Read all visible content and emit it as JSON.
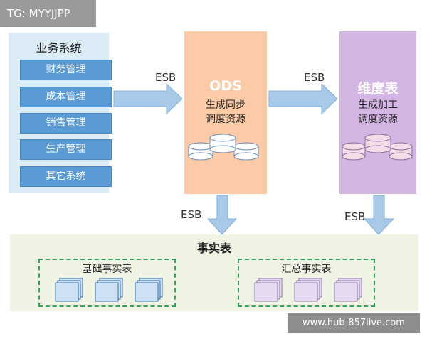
{
  "watermark_top": "TG: MYYJJPP",
  "watermark_bottom": "www.hub-857live.com",
  "business": {
    "title": "业务系统",
    "items": [
      "财务管理",
      "成本管理",
      "销售管理",
      "生产管理",
      "其它系统"
    ]
  },
  "ods": {
    "title": "ODS",
    "line1": "生成同步",
    "line2": "调度资源"
  },
  "dimension": {
    "title": "维度表",
    "line1": "生成加工",
    "line2": "调度资源"
  },
  "esb_labels": {
    "biz_to_ods": "ESB",
    "ods_to_dim": "ESB",
    "ods_to_fact": "ESB",
    "dim_to_fact": "ESB"
  },
  "fact": {
    "title": "事实表",
    "basic_label": "基础事实表",
    "summary_label": "汇总事实表"
  },
  "colors": {
    "business_item": "#5b9bd5",
    "ods": "#fbcaa6",
    "dimension": "#d4b6e4",
    "arrow": "#a9c9e8",
    "fact_bg": "#eef3e3",
    "dashed_border": "#35a35c"
  }
}
